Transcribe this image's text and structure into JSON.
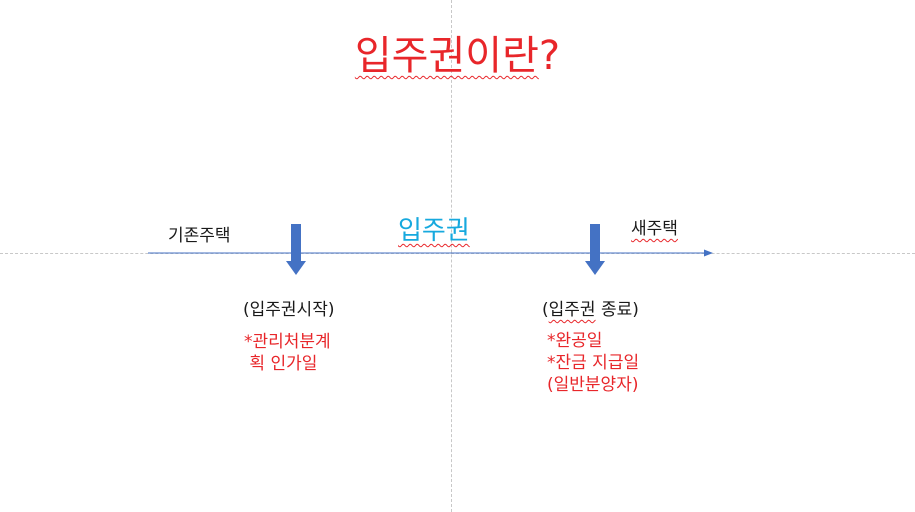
{
  "title": {
    "main": "입주권이란",
    "suffix": "?"
  },
  "timeline": {
    "left_label": "기존주택",
    "center_label": "입주권",
    "right_label": "새주택",
    "start_marker": {
      "label": "(입주권시작)",
      "notes": [
        "*관리처분계",
        " 획 인가일"
      ]
    },
    "end_marker": {
      "label_prefix": "(",
      "label_word": "입주권",
      "label_rest": " 종료)",
      "notes": [
        "*완공일",
        "*잔금 지급일",
        "(일반분양자)"
      ]
    }
  },
  "colors": {
    "title": "#e8262a",
    "arrow": "#4472c4",
    "center_label": "#17a9de",
    "notes": "#e8262a"
  }
}
